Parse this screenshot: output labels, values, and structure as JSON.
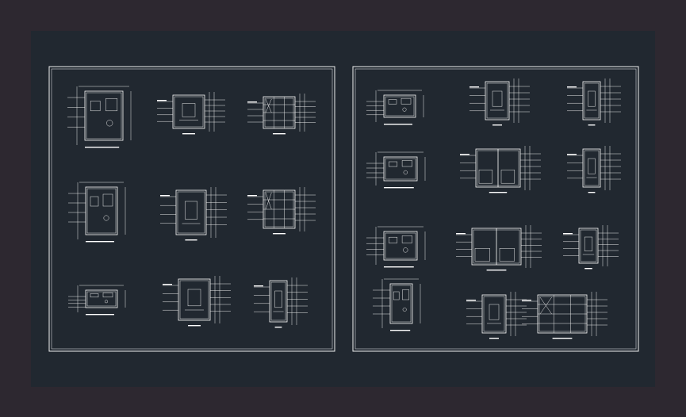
{
  "colors": {
    "outer_background": "#2d2830",
    "model_space": "#212830",
    "linework": "#ffffff"
  },
  "sheets": [
    {
      "id": "left",
      "details": [
        {
          "kind": "plan"
        },
        {
          "kind": "section"
        },
        {
          "kind": "section-tiled"
        },
        {
          "kind": "plan"
        },
        {
          "kind": "section"
        },
        {
          "kind": "section-tiled"
        },
        {
          "kind": "plan-wide"
        },
        {
          "kind": "section"
        },
        {
          "kind": "section-narrow"
        }
      ]
    },
    {
      "id": "right",
      "details": [
        {
          "kind": "plan"
        },
        {
          "kind": "section"
        },
        {
          "kind": "section-narrow"
        },
        {
          "kind": "plan-wide"
        },
        {
          "kind": "section-double"
        },
        {
          "kind": "section-narrow"
        },
        {
          "kind": "plan-wide"
        },
        {
          "kind": "section-double"
        },
        {
          "kind": "section-narrow"
        },
        {
          "kind": "plan-tall"
        },
        {
          "kind": "section"
        },
        {
          "kind": "section-tiled"
        }
      ]
    }
  ]
}
